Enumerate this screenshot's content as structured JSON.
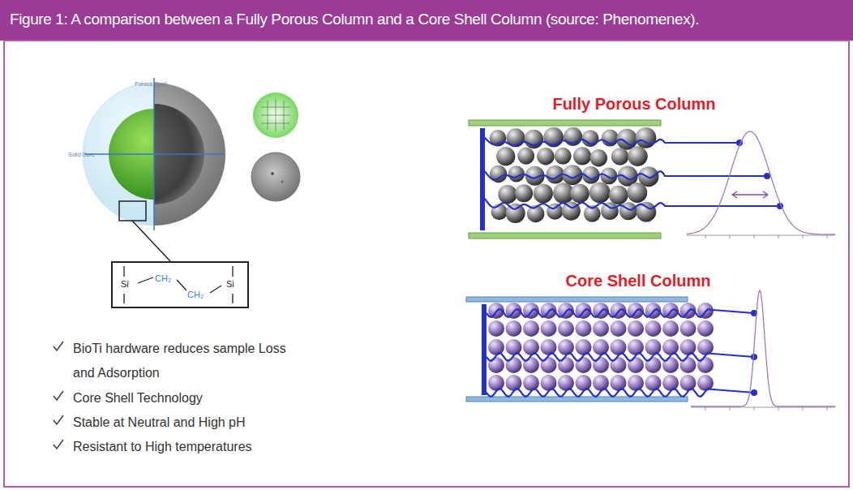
{
  "diagram": {
    "title": "Figure 1: A comparison between a Fully Porous Column and a Core Shell Column (source: Phenomenex).",
    "nodes": [
      {
        "text": [
          "Si",
          "CH₂",
          "CH₂",
          "Si"
        ]
      },
      {
        "text": [
          "Fully Porous Column"
        ]
      },
      {
        "text": [
          "Core Shell Column"
        ]
      }
    ],
    "labels": [
      "Porous Shell",
      "Solid Core",
      "BioTi hardware reduces sample Loss and Adsorption",
      "Core Shell Technology",
      "Stable at Neutral and High pH",
      "Resistant to High temperatures"
    ]
  }
}
